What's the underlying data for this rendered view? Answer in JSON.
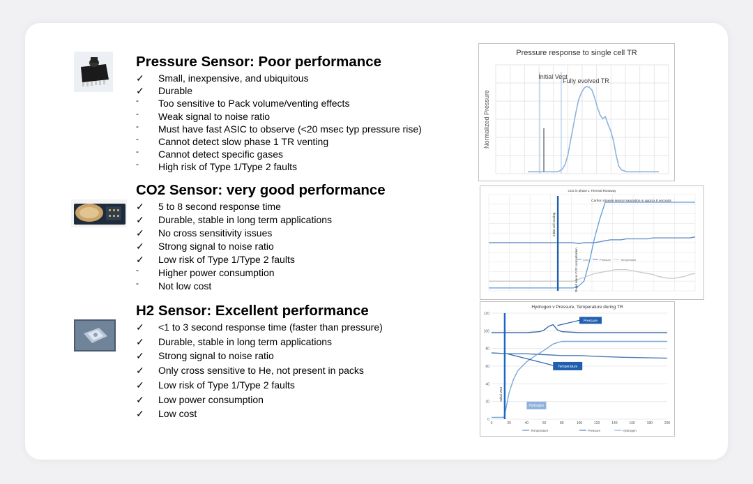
{
  "sections": [
    {
      "title": "Pressure Sensor: Poor performance",
      "bullets": [
        {
          "mark": "✓",
          "text": "Small, inexpensive, and ubiquitous"
        },
        {
          "mark": "✓",
          "text": "Durable"
        },
        {
          "mark": "-",
          "text": "Too sensitive to Pack volume/venting effects"
        },
        {
          "mark": "-",
          "text": "Weak signal to noise ratio"
        },
        {
          "mark": "-",
          "text": "Must have fast ASIC to observe (<20 msec typ pressure rise)"
        },
        {
          "mark": "-",
          "text": "Cannot detect slow phase 1 TR venting"
        },
        {
          "mark": "-",
          "text": "Cannot detect specific gases"
        },
        {
          "mark": "-",
          "text": "High risk of Type 1/Type 2 faults"
        }
      ]
    },
    {
      "title": "CO2 Sensor: very good performance",
      "bullets": [
        {
          "mark": "✓",
          "text": "5 to 8 second response time"
        },
        {
          "mark": "✓",
          "text": "Durable, stable in long term applications"
        },
        {
          "mark": "✓",
          "text": "No cross sensitivity issues"
        },
        {
          "mark": "✓",
          "text": "Strong signal to noise ratio"
        },
        {
          "mark": "✓",
          "text": "Low risk of Type 1/Type 2 faults"
        },
        {
          "mark": "-",
          "text": "Higher power consumption"
        },
        {
          "mark": "-",
          "text": "Not low cost"
        }
      ]
    },
    {
      "title": "H2 Sensor: Excellent performance",
      "bullets": [
        {
          "mark": "✓",
          "text": "<1 to 3 second response time (faster than pressure)"
        },
        {
          "mark": "✓",
          "text": "Durable, stable in long term applications"
        },
        {
          "mark": "✓",
          "text": "Strong signal to noise ratio"
        },
        {
          "mark": "✓",
          "text": "Only cross sensitive to He, not present in packs"
        },
        {
          "mark": "✓",
          "text": "Low risk of Type 1/Type 2 faults"
        },
        {
          "mark": "✓",
          "text": "Low power consumption"
        },
        {
          "mark": "✓",
          "text": "Low cost"
        }
      ]
    }
  ],
  "photos": [
    {
      "icon": "pressure-sensor-chip"
    },
    {
      "icon": "co2-sensor-module"
    },
    {
      "icon": "h2-sensor-chip"
    }
  ],
  "chart_data": [
    {
      "type": "line",
      "title": "Pressure response to single cell TR",
      "ylabel": "Normalized Pressure",
      "xlabel": "",
      "annotations": [
        "Initial Vent",
        "Fully evolved TR"
      ],
      "series": [
        {
          "values": [
            0.02,
            0.02,
            0.02,
            0.02,
            0.02,
            0.02,
            0.02,
            0.02,
            0.02,
            0.02,
            0.02,
            0.02,
            0.03,
            0.05,
            0.1,
            0.2,
            0.35,
            0.5,
            0.65,
            0.78,
            0.85,
            0.9,
            0.92,
            0.91,
            0.88,
            0.8,
            0.7,
            0.62,
            0.58,
            0.6,
            0.52,
            0.45,
            0.35,
            0.2,
            0.08,
            0.04,
            0.03,
            0.02,
            0.02,
            0.02,
            0.02,
            0.02,
            0.02,
            0.02,
            0.02,
            0.02,
            0.02,
            0.02,
            0.02,
            0.02
          ]
        }
      ],
      "spike_index": 6,
      "color": "#8fb3dc"
    },
    {
      "type": "line",
      "title": "CO2 in phase 1 Thermal Runaway",
      "annotations": [
        "Initial cell venting",
        "Rapid rise in CO2 concentration",
        "Carbon dioxide sensor saturation in approx 8 seconds"
      ],
      "legend": [
        "CO2",
        "Pressure",
        "Temperature"
      ],
      "series": [
        {
          "name": "CO2",
          "values": [
            0.03,
            0.03,
            0.03,
            0.03,
            0.03,
            0.03,
            0.03,
            0.03,
            0.03,
            0.03,
            0.03,
            0.03,
            0.03,
            0.03,
            0.03,
            0.03,
            0.03,
            0.05,
            0.1,
            0.3,
            0.55,
            0.75,
            0.92,
            0.92,
            0.92,
            0.92,
            0.92,
            0.92,
            0.92,
            0.92,
            0.92,
            0.92,
            0.92,
            0.92,
            0.92,
            0.92,
            0.92,
            0.92,
            0.92,
            0.92
          ]
        },
        {
          "name": "Pressure",
          "values": [
            0.5,
            0.5,
            0.5,
            0.5,
            0.5,
            0.5,
            0.5,
            0.5,
            0.5,
            0.5,
            0.5,
            0.5,
            0.5,
            0.5,
            0.5,
            0.5,
            0.5,
            0.49,
            0.5,
            0.5,
            0.5,
            0.51,
            0.52,
            0.53,
            0.53,
            0.53,
            0.54,
            0.54,
            0.54,
            0.54,
            0.54,
            0.55,
            0.55,
            0.55,
            0.55,
            0.55,
            0.55,
            0.55,
            0.55,
            0.56
          ]
        },
        {
          "name": "Temperature",
          "values": [
            0.1,
            0.1,
            0.1,
            0.1,
            0.1,
            0.1,
            0.1,
            0.1,
            0.1,
            0.1,
            0.1,
            0.1,
            0.1,
            0.1,
            0.1,
            0.1,
            0.1,
            0.12,
            0.14,
            0.16,
            0.18,
            0.19,
            0.2,
            0.21,
            0.22,
            0.22,
            0.22,
            0.21,
            0.2,
            0.19,
            0.18,
            0.17,
            0.15,
            0.14,
            0.13,
            0.13,
            0.14,
            0.15,
            0.17,
            0.18
          ]
        }
      ]
    },
    {
      "type": "line",
      "title": "Hydrogen  v Pressure, Temperature during TR",
      "ylim": [
        0,
        120
      ],
      "xlim": [
        0,
        200
      ],
      "yticks": [
        "0",
        "20",
        "40",
        "60",
        "80",
        "100",
        "120"
      ],
      "xticks": [
        "0",
        "20",
        "40",
        "60",
        "80",
        "100",
        "120",
        "140",
        "160",
        "180",
        "200"
      ],
      "annotations": [
        "Pressure",
        "Temperature",
        "Hydrogen",
        "Initial Vent"
      ],
      "legend": [
        "Temperature",
        "Pressure",
        "Hydrogen"
      ],
      "series": [
        {
          "name": "Pressure",
          "x": [
            0,
            20,
            40,
            55,
            60,
            65,
            70,
            75,
            80,
            100,
            150,
            200
          ],
          "values": [
            98,
            98,
            98,
            99,
            101,
            105,
            107,
            101,
            99,
            98,
            98,
            98
          ]
        },
        {
          "name": "Temperature",
          "x": [
            0,
            20,
            40,
            60,
            80,
            100,
            120,
            150,
            200
          ],
          "values": [
            75,
            74,
            74,
            73,
            72,
            72,
            71,
            70,
            69
          ]
        },
        {
          "name": "Hydrogen",
          "x": [
            0,
            14,
            16,
            20,
            25,
            30,
            40,
            50,
            60,
            70,
            80,
            100,
            150,
            200
          ],
          "values": [
            2,
            2,
            10,
            30,
            45,
            55,
            65,
            72,
            78,
            85,
            88,
            88,
            88,
            88
          ]
        }
      ]
    }
  ]
}
